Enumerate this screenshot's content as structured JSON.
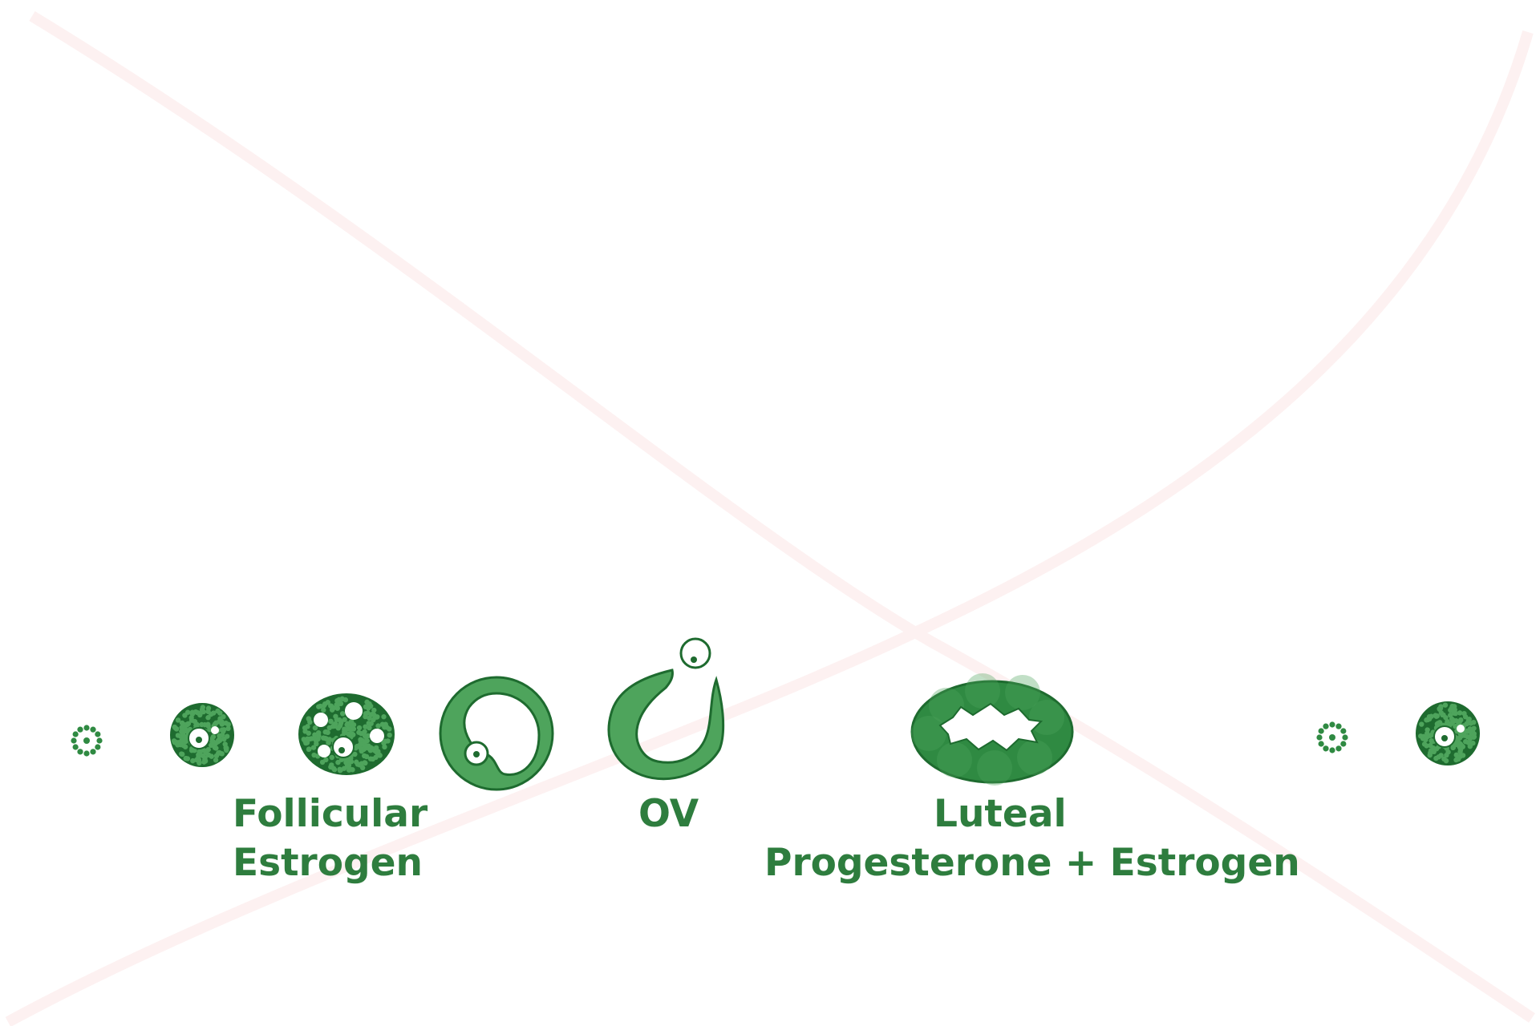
{
  "colors": {
    "green_dark": "#1e6b2f",
    "green_mid": "#2f8a42",
    "green_light": "#4ea45c",
    "label_green": "#2e7d3e",
    "faint_curve": "#fdf1f1"
  },
  "labels": {
    "follicular_phase": "Follicular",
    "follicular_hormone": "Estrogen",
    "ovulation": "OV",
    "luteal_phase": "Luteal",
    "luteal_hormones": "Progesterone + Estrogen"
  },
  "stages": [
    "primordial-follicle",
    "primary-follicle",
    "secondary-follicle",
    "mature-follicle",
    "ovulation",
    "corpus-luteum",
    "primordial-follicle",
    "primary-follicle"
  ]
}
